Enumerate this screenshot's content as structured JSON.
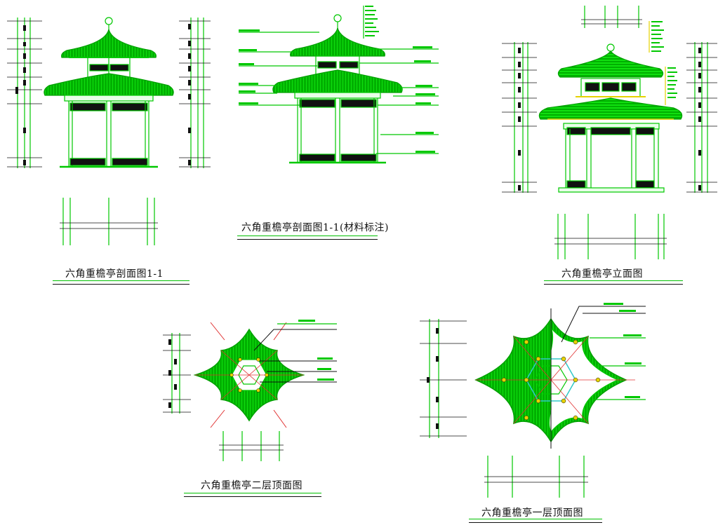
{
  "drawings": [
    {
      "id": "section-1-1",
      "title": "六角重檐亭剖面图1-1"
    },
    {
      "id": "section-1-1-materials",
      "title": "六角重檐亭剖面图1-1(材料标注)"
    },
    {
      "id": "elevation",
      "title": "六角重檐亭立面图"
    },
    {
      "id": "second-floor-roof-plan",
      "title": "六角重檐亭二层顶面图"
    },
    {
      "id": "first-floor-roof-plan",
      "title": "六角重檐亭一层顶面图"
    }
  ],
  "colors": {
    "line": "#00c800",
    "accent": "#1aff1a",
    "dark": "#111111",
    "axis": "#e03030",
    "cyan": "#30c8c8",
    "yellow": "#e6d200",
    "background": "#ffffff"
  }
}
